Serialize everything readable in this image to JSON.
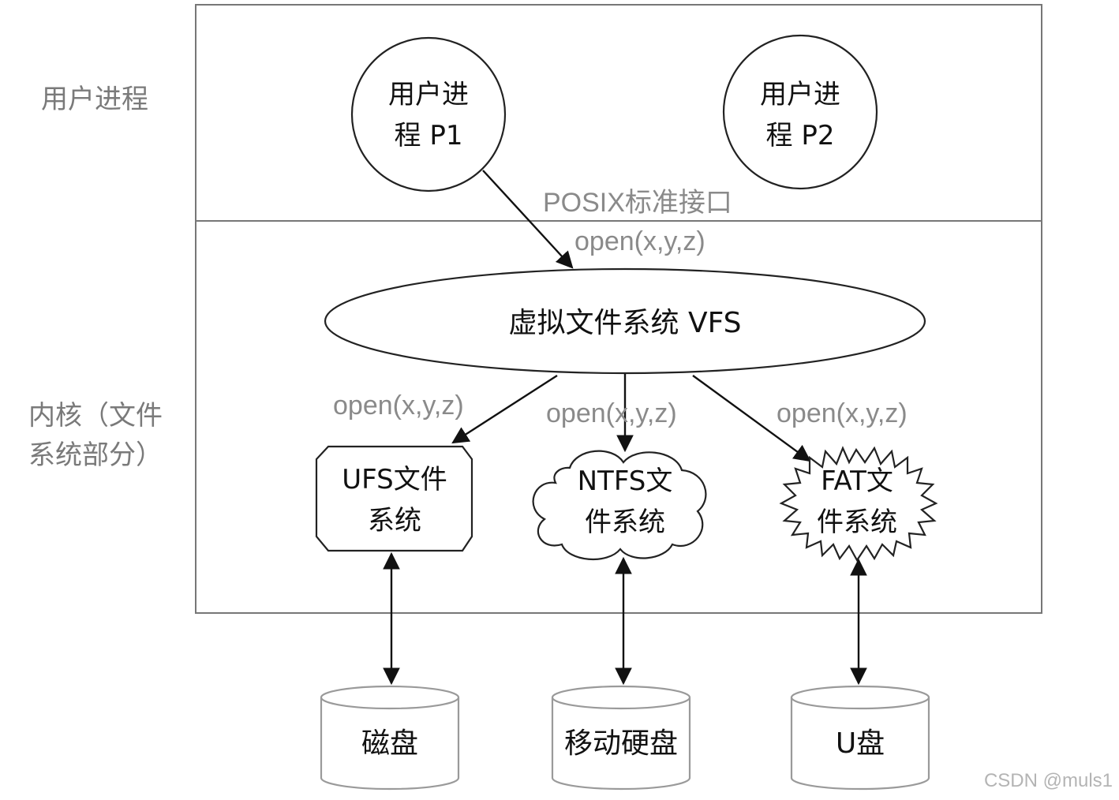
{
  "regions": {
    "user_space": "用户进程",
    "kernel_line1": "内核（文件",
    "kernel_line2": "系统部分）"
  },
  "processes": [
    {
      "line1": "用户进",
      "line2": "程 P1"
    },
    {
      "line1": "用户进",
      "line2": "程 P2"
    }
  ],
  "interface": {
    "name": "POSIX标准接口",
    "call": "open(x,y,z)"
  },
  "vfs": "虚拟文件系统 VFS",
  "calls": {
    "to_ufs": "open(x,y,z)",
    "to_ntfs": "open(x,y,z)",
    "to_fat": "open(x,y,z)"
  },
  "filesystems": [
    {
      "line1": "UFS文件",
      "line2": "系统",
      "shape": "octagon"
    },
    {
      "line1": "NTFS文",
      "line2": "件系统",
      "shape": "cloud"
    },
    {
      "line1": "FAT文",
      "line2": "件系统",
      "shape": "starburst"
    }
  ],
  "devices": [
    {
      "label": "磁盘"
    },
    {
      "label": "移动硬盘"
    },
    {
      "label": "U盘"
    }
  ],
  "watermark": "CSDN @muls1"
}
